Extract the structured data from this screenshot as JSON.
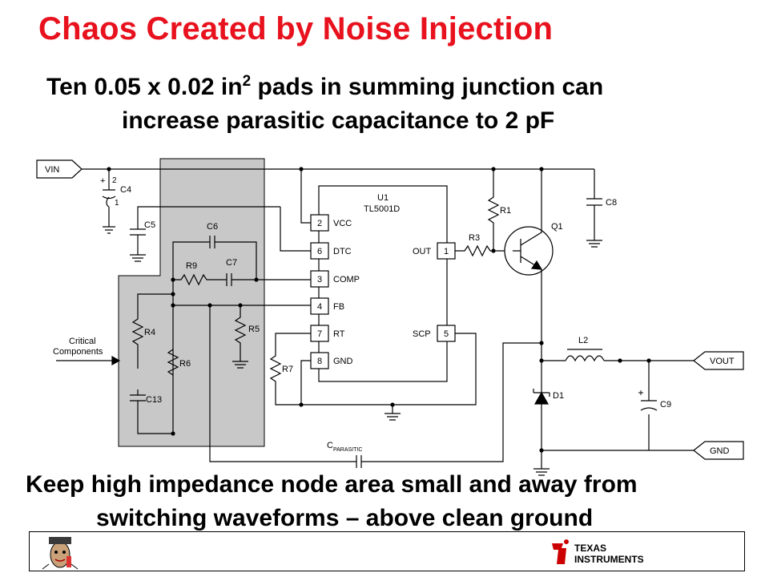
{
  "slide": {
    "title": "Chaos Created by Noise Injection",
    "subtitle_part1": "Ten 0.05 x 0.02 in",
    "subtitle_sup": "2",
    "subtitle_part2": " pads in summing junction can",
    "subtitle_line2": "increase parasitic capacitance to 2 pF",
    "bottom_line1": "Keep high impedance node area small and away from",
    "bottom_line2": "switching waveforms – above clean ground"
  },
  "schematic": {
    "ports": {
      "vin": "VIN",
      "vout": "VOUT",
      "gnd": "GND"
    },
    "ic": {
      "ref": "U1",
      "part": "TL5001D"
    },
    "pins": [
      {
        "num": "2",
        "name": "VCC"
      },
      {
        "num": "6",
        "name": "DTC"
      },
      {
        "num": "3",
        "name": "COMP"
      },
      {
        "num": "4",
        "name": "FB"
      },
      {
        "num": "7",
        "name": "RT"
      },
      {
        "num": "8",
        "name": "GND"
      },
      {
        "num": "1",
        "name": "OUT"
      },
      {
        "num": "5",
        "name": "SCP"
      }
    ],
    "c4_pin_plus": "2",
    "c4_pin_minus": "1",
    "components": {
      "c4": "C4",
      "c5": "C5",
      "c6": "C6",
      "c7": "C7",
      "c8": "C8",
      "c9": "C9",
      "c13": "C13",
      "r1": "R1",
      "r3": "R3",
      "r4": "R4",
      "r5": "R5",
      "r6": "R6",
      "r7": "R7",
      "r9": "R9",
      "q1": "Q1",
      "l2": "L2",
      "d1": "D1"
    },
    "parasitic_c": "C",
    "parasitic_sub": "PARASITIC",
    "plus_sign": "+",
    "critical_line1": "Critical",
    "critical_line2": "Components",
    "colors": {
      "shaded_area": "#c8c8c8",
      "title": "#e8121e",
      "wire": "#000000"
    }
  },
  "footer": {
    "brand_line1": "TEXAS",
    "brand_line2": "INSTRUMENTS",
    "mascot_icon": "mascot-icon",
    "logo_icon": "ti-logo-icon"
  }
}
